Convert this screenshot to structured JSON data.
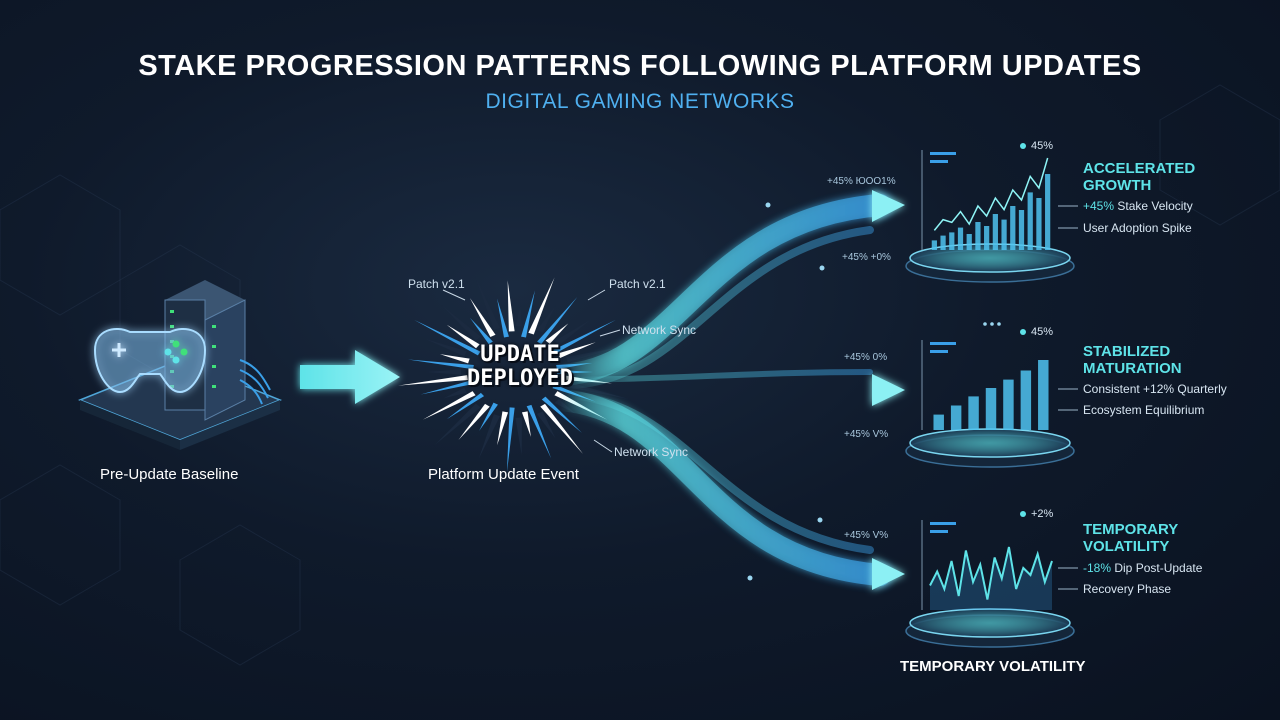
{
  "header": {
    "title": "STAKE PROGRESSION PATTERNS FOLLOWING PLATFORM UPDATES",
    "subtitle": "DIGITAL GAMING NETWORKS"
  },
  "baseline": {
    "label": "Pre-Update Baseline"
  },
  "event": {
    "burst_text_line1": "UPDATE",
    "burst_text_line2": "DEPLOYED",
    "label": "Platform Update Event",
    "callouts": [
      "Patch v2.1",
      "Patch v2.1",
      "Network Sync",
      "Network Sync"
    ]
  },
  "flow_annotations": {
    "top_1": "+45% ЮОО1%",
    "top_2": "+45% +0%",
    "mid_1": "+45% 0%",
    "mid_2": "+45% V%",
    "bot_1": "+45% V%"
  },
  "outcomes": [
    {
      "badge": "45%",
      "heading_line1": "ACCELERATED",
      "heading_line2": "GROWTH",
      "metric1_highlight": "+45%",
      "metric1_rest": " Stake Velocity",
      "metric2": "User Adoption Spike",
      "chart_kind": "bars-rising-with-line",
      "bar_levels": [
        0.12,
        0.18,
        0.22,
        0.28,
        0.2,
        0.35,
        0.3,
        0.45,
        0.38,
        0.55,
        0.5,
        0.72,
        0.65,
        0.95
      ]
    },
    {
      "badge": "45%",
      "heading_line1": "STABILIZED",
      "heading_line2": "MATURATION",
      "metric1_highlight": "",
      "metric1_rest": "Consistent +12% Quarterly",
      "metric2": "Ecosystem Equilibrium",
      "chart_kind": "bars-steady",
      "bar_levels": [
        0.22,
        0.35,
        0.48,
        0.6,
        0.72,
        0.85,
        1.0
      ]
    },
    {
      "badge": "+2%",
      "heading_line1": "TEMPORARY",
      "heading_line2": "VOLATILITY",
      "metric1_highlight": "-18%",
      "metric1_rest": " Dip Post-Update",
      "metric2": "Recovery Phase",
      "chart_kind": "volatile-line",
      "line_levels": [
        0.35,
        0.55,
        0.3,
        0.7,
        0.2,
        0.85,
        0.4,
        0.65,
        0.15,
        0.75,
        0.45,
        0.9,
        0.3,
        0.6,
        0.5,
        0.8,
        0.4,
        0.7
      ]
    }
  ],
  "bottom_caption": "TEMPORARY VOLATILITY",
  "colors": {
    "accent_cyan": "#5ee3e8",
    "accent_blue": "#3a9fe8",
    "background": "#0f1a2b"
  }
}
